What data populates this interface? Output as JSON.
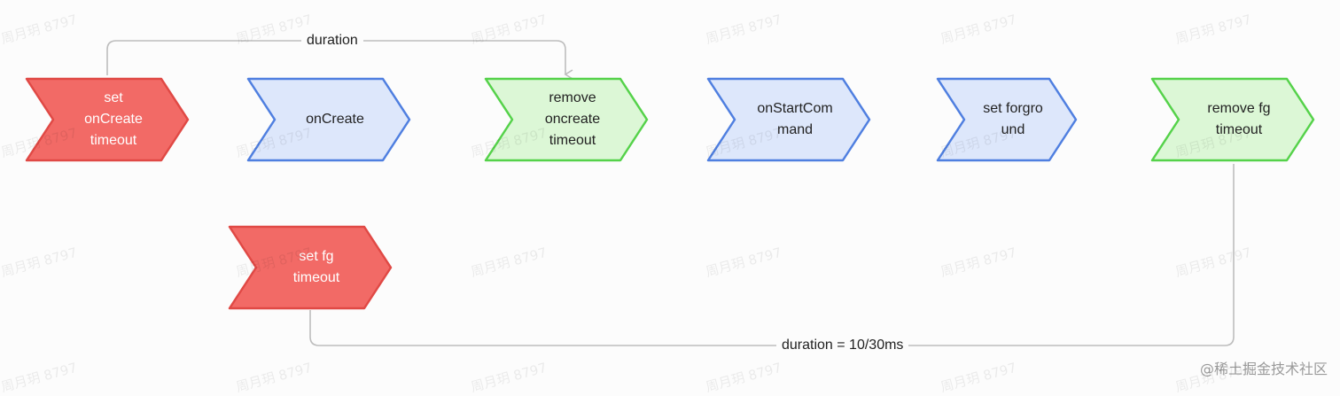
{
  "nodes": [
    {
      "id": "set-oncreate-timeout",
      "text": "set\nonCreate\ntimeout",
      "fill": "#f26a66",
      "stroke": "#e04945",
      "text_style": "light"
    },
    {
      "id": "oncreate",
      "text": "onCreate",
      "fill": "#dde7fb",
      "stroke": "#4f7fe0",
      "text_style": "dark"
    },
    {
      "id": "remove-oncreate-timeout",
      "text": "remove\noncreate\ntimeout",
      "fill": "#dcf7d6",
      "stroke": "#55d24a",
      "text_style": "dark"
    },
    {
      "id": "onstartcommand",
      "text": "onStartCom\nmand",
      "fill": "#dde7fb",
      "stroke": "#4f7fe0",
      "text_style": "dark"
    },
    {
      "id": "set-foreground",
      "text": "set forgro\nund",
      "fill": "#dde7fb",
      "stroke": "#4f7fe0",
      "text_style": "dark"
    },
    {
      "id": "remove-fg-timeout",
      "text": "remove fg\ntimeout",
      "fill": "#dcf7d6",
      "stroke": "#55d24a",
      "text_style": "dark"
    },
    {
      "id": "set-fg-timeout",
      "text": "set fg\ntimeout",
      "fill": "#f26a66",
      "stroke": "#e04945",
      "text_style": "light"
    }
  ],
  "edges": [
    {
      "id": "oncreate-duration",
      "label": "duration"
    },
    {
      "id": "fg-duration",
      "label": "duration = 10/30ms"
    }
  ],
  "watermark": "周月玥 8797",
  "credit": "@稀土掘金技术社区",
  "colors": {
    "connector": "#bdbdbd"
  }
}
